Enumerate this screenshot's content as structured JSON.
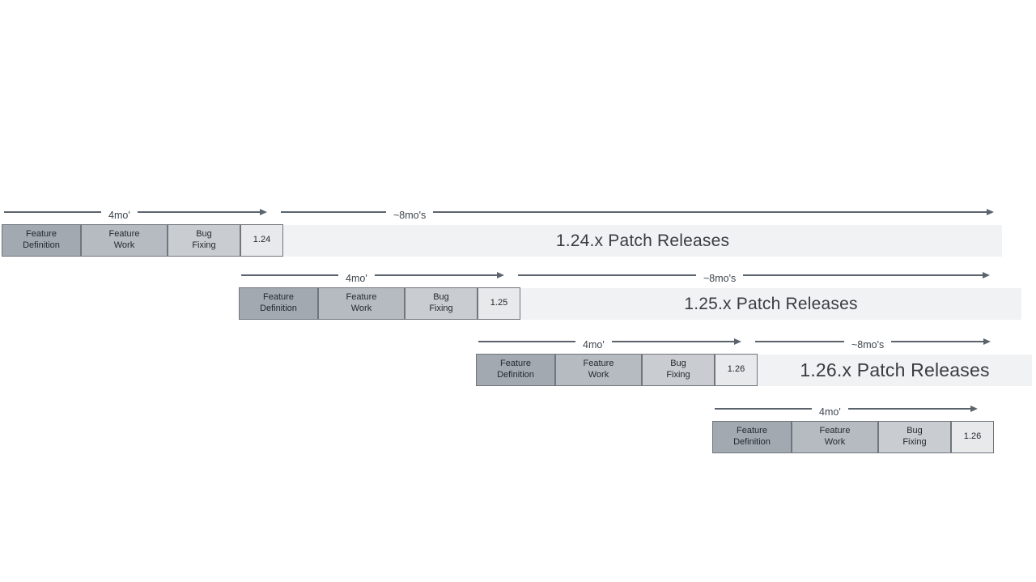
{
  "colors": {
    "feature_definition_fill": "#a2a9b0",
    "feature_work_fill": "#b5bbc1",
    "bug_fixing_fill": "#c9cdd2",
    "version_fill": "#e7e9eb",
    "patch_bar_fill": "#f1f2f3",
    "box_border": "#70767c",
    "box_text": "#24292e",
    "patch_text": "#383d42",
    "arrow": "#5b646d",
    "label_text": "#3d454d"
  },
  "cycles": [
    {
      "phases": [
        "Feature\nDefinition",
        "Feature\nWork",
        "Bug\nFixing"
      ],
      "version": "1.24",
      "dev_duration": "4mo'",
      "patch_duration": "~8mo's",
      "patch_label": "1.24.x Patch Releases"
    },
    {
      "phases": [
        "Feature\nDefinition",
        "Feature\nWork",
        "Bug\nFixing"
      ],
      "version": "1.25",
      "dev_duration": "4mo'",
      "patch_duration": "~8mo's",
      "patch_label": "1.25.x Patch Releases"
    },
    {
      "phases": [
        "Feature\nDefinition",
        "Feature\nWork",
        "Bug\nFixing"
      ],
      "version": "1.26",
      "dev_duration": "4mo'",
      "patch_duration": "~8mo's",
      "patch_label": "1.26.x Patch Releases"
    },
    {
      "phases": [
        "Feature\nDefinition",
        "Feature\nWork",
        "Bug\nFixing"
      ],
      "version": "1.26",
      "dev_duration": "4mo'"
    }
  ]
}
